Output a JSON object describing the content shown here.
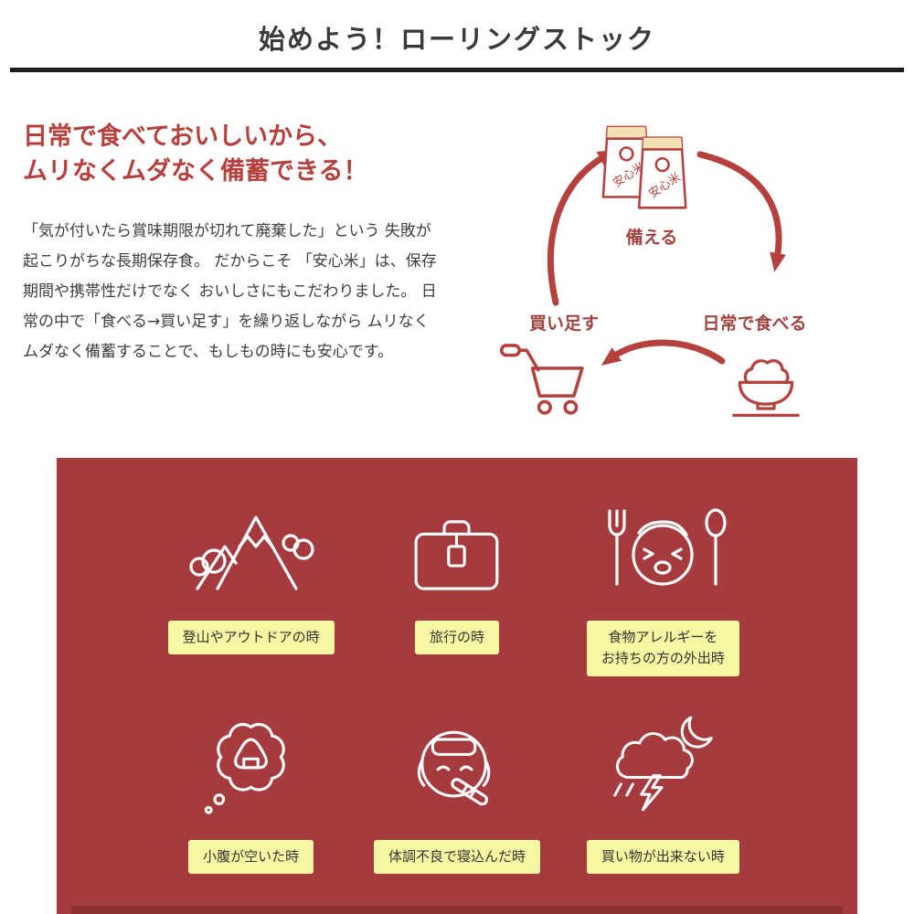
{
  "header": {
    "title": "始めよう！ローリングストック"
  },
  "intro": {
    "heading_line1": "日常で食べておいしいから、",
    "heading_line2": "ムリなくムダなく備蓄できる！",
    "body": "「気が付いたら賞味期限が切れて廃棄した」という 失敗が起こりがちな長期保存食。 だからこそ 「安心米」は、保存期間や携帯性だけでなく おいしさにもこだわりました。 日常の中で「食べる→買い足す」を繰り返しながら ムリなくムダなく備蓄することで、もしもの時にも安心です。"
  },
  "cycle": {
    "prepare": "備える",
    "eat": "日常で食べる",
    "restock": "買い足す",
    "pouch_label": "安心米"
  },
  "scenes": {
    "items": [
      {
        "icon": "mountain-icon",
        "label": "登山やアウトドアの時"
      },
      {
        "icon": "suitcase-icon",
        "label": "旅行の時"
      },
      {
        "icon": "allergy-icon",
        "label": "食物アレルギーを\nお持ちの方の外出時"
      },
      {
        "icon": "onigiri-thought-icon",
        "label": "小腹が空いた時"
      },
      {
        "icon": "sick-in-bed-icon",
        "label": "体調不良で寝込んだ時"
      },
      {
        "icon": "storm-night-icon",
        "label": "買い物が出来ない時"
      }
    ]
  },
  "colors": {
    "accent_red": "#b5413f",
    "panel_red": "#a53b3e",
    "panel_footer_red": "#8a3134",
    "label_yellow": "#f7f7a3",
    "title_dark": "#3a3a3a",
    "pouch_top_cream": "#f2e0b4"
  }
}
